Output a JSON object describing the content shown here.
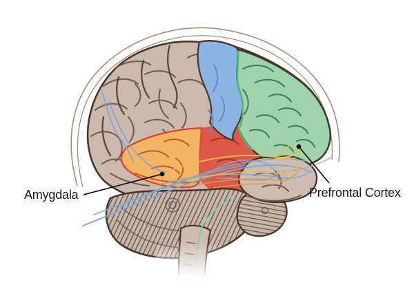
{
  "labels": {
    "amygdala": "Amygdala",
    "prefrontal_cortex": "Prefrontal Cortex"
  },
  "regions": [
    {
      "name": "cerebral-cortex",
      "color": "#ccb8ad"
    },
    {
      "name": "motor-sensory-strip",
      "color": "#8db5e2"
    },
    {
      "name": "prefrontal-cortex",
      "color": "#9ed3ab"
    },
    {
      "name": "temporal-region-amygdala-highlight",
      "color": "#f3b564"
    },
    {
      "name": "insula-region",
      "color": "#dc5847"
    },
    {
      "name": "temporal-pole",
      "color": "#cfbbb0"
    },
    {
      "name": "cerebellum",
      "color": "#c9b6ab"
    },
    {
      "name": "brainstem",
      "color": "#cdbab0"
    }
  ],
  "colors": {
    "background": "#ffffff",
    "cortex_tan": "#ccb8ad",
    "outline_dark": "#473629",
    "gyri_brown": "#6f574a",
    "motor_blue": "#8db5e2",
    "blue_shade": "#5b8cc8",
    "prefrontal_green": "#9ed3ab",
    "green_edge": "#3fc57c",
    "green_shade": "#3c7a58",
    "temporal_orange": "#f3b564",
    "orange_shade": "#c05a2a",
    "insula_red": "#dc5847",
    "red_border": "#d7402c",
    "red_shade": "#a93326",
    "pole_tan": "#cfbbb0",
    "cerebellum_tan": "#c9b6ab",
    "cerebellum_line": "#5f4c42",
    "fiber_blue": "#7aa8d8",
    "fiber_yellow": "#e4c055",
    "fiber_orange": "#de9a3e",
    "fiber_teal": "#7cc9ad",
    "head_outline": "#a38b76",
    "label_text": "#1a1a1a"
  }
}
